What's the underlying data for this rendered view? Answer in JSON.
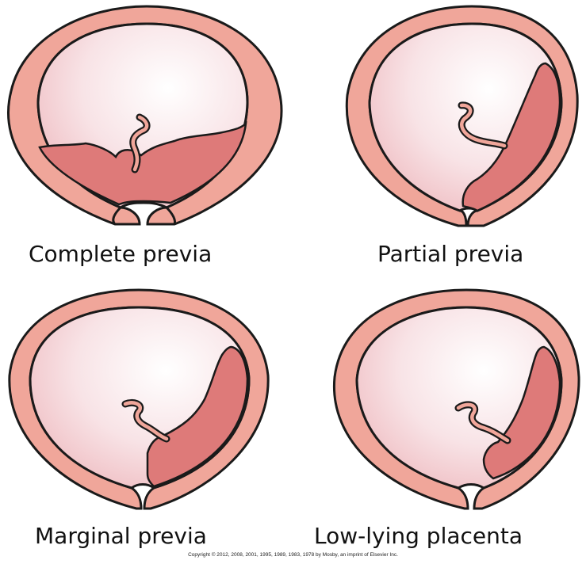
{
  "colors": {
    "wall": "#F0A69A",
    "cavity_light": "#FFFFFF",
    "cavity_shadow": "#EFBCC1",
    "placenta": "#DE7A79",
    "outline": "#1A1A1A"
  },
  "panels": [
    {
      "label": "Complete previa",
      "placenta_position": "completely covers cervical opening"
    },
    {
      "label": "Partial previa",
      "placenta_position": "partially covers cervical opening"
    },
    {
      "label": "Marginal previa",
      "placenta_position": "edge reaches cervical opening"
    },
    {
      "label": "Low-lying placenta",
      "placenta_position": "implanted low, near cervical opening"
    }
  ],
  "copyright": "Copyright © 2012, 2008, 2001, 1995, 1989, 1983, 1978 by Mosby, an imprint of Elsevier Inc."
}
